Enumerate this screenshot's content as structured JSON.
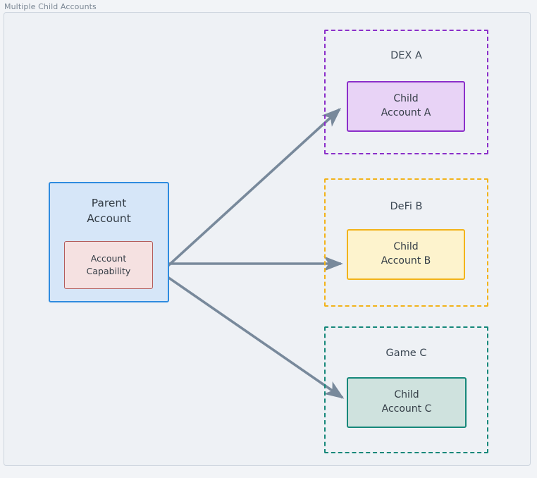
{
  "diagram": {
    "title": "Multiple Child Accounts",
    "background": "#eef1f5",
    "frame_border": "#ccd4de",
    "edge_color": "#78899b"
  },
  "parent": {
    "title_line1": "Parent",
    "title_line2": "Account",
    "fill": "#d6e6f8",
    "border": "#2e8bdf",
    "capability": {
      "line1": "Account",
      "line2": "Capability",
      "fill": "#f5e1e1",
      "border": "#b35c5c"
    }
  },
  "groups": [
    {
      "label": "DEX A",
      "border": "#8b2fc9",
      "child": {
        "line1": "Child",
        "line2": "Account A",
        "fill": "#e8d3f6",
        "border": "#8b2fc9"
      }
    },
    {
      "label": "DeFi B",
      "border": "#f2b31a",
      "child": {
        "line1": "Child",
        "line2": "Account B",
        "fill": "#fdf3cd",
        "border": "#f2b31a"
      }
    },
    {
      "label": "Game C",
      "border": "#16887a",
      "child": {
        "line1": "Child",
        "line2": "Account C",
        "fill": "#cfe2de",
        "border": "#16887a"
      }
    }
  ],
  "edges": [
    {
      "from": "account-capability",
      "to": "child-account-a",
      "style": "solid-arrow"
    },
    {
      "from": "account-capability",
      "to": "child-account-b",
      "style": "solid-arrow"
    },
    {
      "from": "account-capability",
      "to": "child-account-c",
      "style": "solid-arrow"
    }
  ]
}
